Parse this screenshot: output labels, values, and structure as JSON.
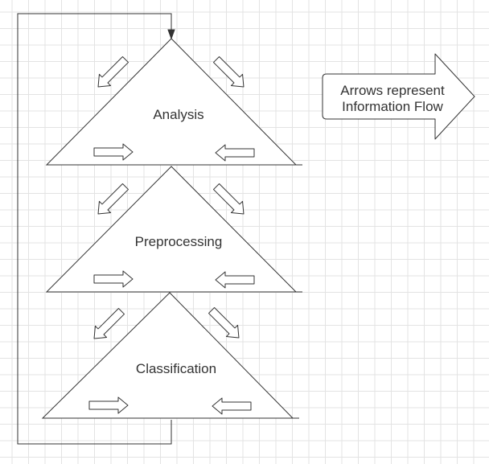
{
  "diagram": {
    "stages": [
      {
        "label": "Analysis"
      },
      {
        "label": "Preprocessing"
      },
      {
        "label": "Classification"
      }
    ],
    "legend": {
      "line1": "Arrows represent",
      "line2": "Information Flow"
    }
  }
}
